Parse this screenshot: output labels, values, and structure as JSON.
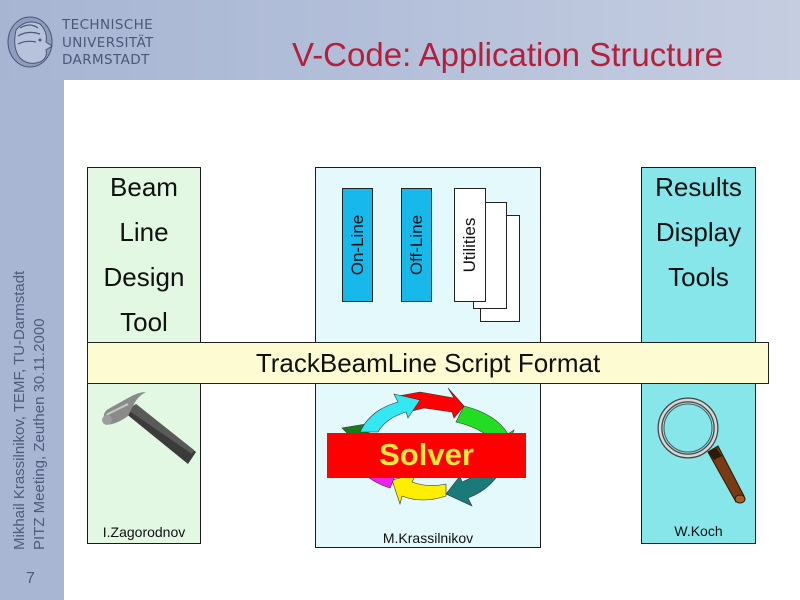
{
  "header": {
    "university_lines": [
      "TECHNISCHE",
      "UNIVERSITÄT",
      "DARMSTADT"
    ],
    "title": "V-Code: Application Structure"
  },
  "sidebar": {
    "credit_line_1": "Mikhail Krassilnikov, TEMF, TU-Darmstadt",
    "credit_line_2": "PITZ Meeting, Zeuthen 30.11.2000",
    "page_number": "7"
  },
  "diagram": {
    "left_box": {
      "lines": [
        "Beam",
        "Line",
        "Design",
        "Tool"
      ],
      "icon": "hammer-icon",
      "author": "I.Zagorodnov",
      "color": "#e3f8e3"
    },
    "middle_box": {
      "modules": [
        "On-Line",
        "Off-Line",
        "Utilities"
      ],
      "module_color": "#17b8ea",
      "solver_label": "Solver",
      "solver_color": "#ff0000",
      "solver_text_color": "#ffe83a",
      "cycle_colors": [
        "#ff0000",
        "#22dd22",
        "#1a7a7a",
        "#ffee00",
        "#ee22ee",
        "#1a7a1a",
        "#33e8f0"
      ],
      "author": "M.Krassilnikov",
      "color": "#e3f9fb"
    },
    "right_box": {
      "lines": [
        "Results",
        "Display",
        "Tools"
      ],
      "icon": "magnifier-icon",
      "author": "W.Koch",
      "color": "#86e6ea"
    },
    "banner": {
      "label": "TrackBeamLine Script Format",
      "color": "#fdfbd2"
    }
  },
  "colors": {
    "title": "#b41f3c",
    "header_bg": "#a9b6d3"
  }
}
